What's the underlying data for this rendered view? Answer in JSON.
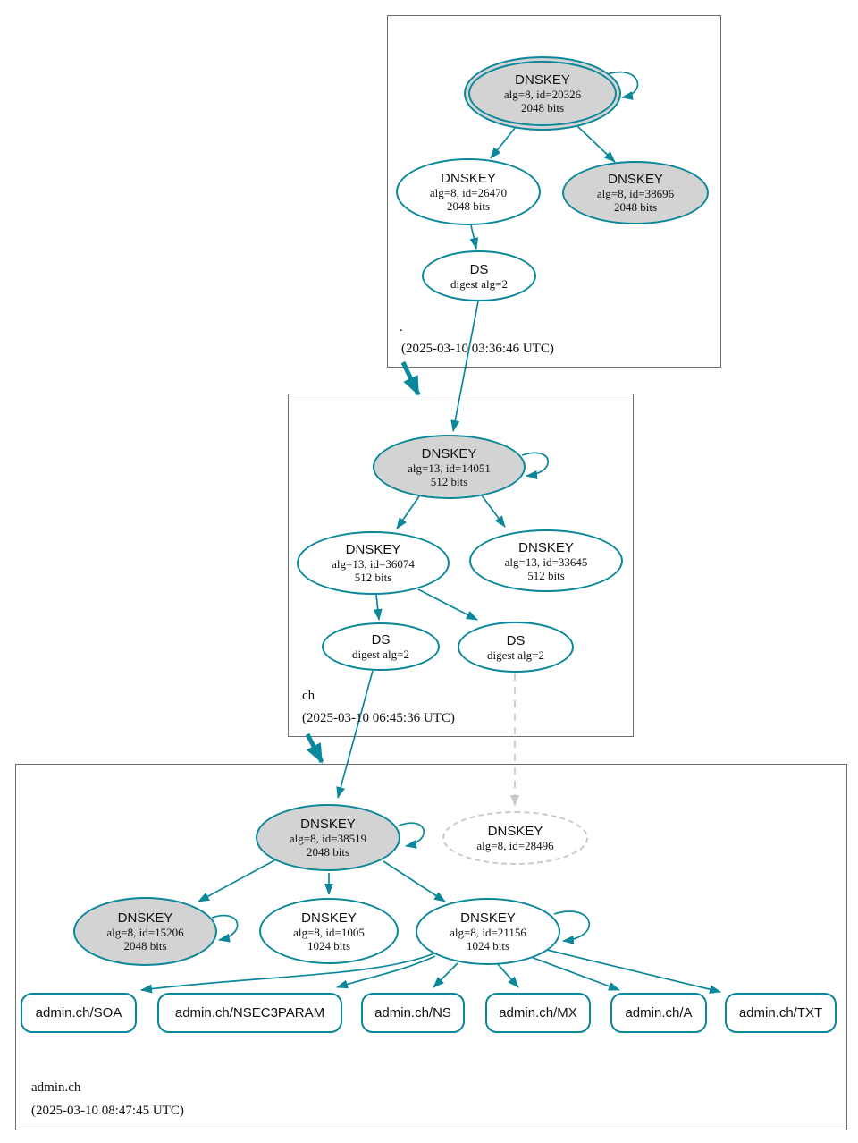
{
  "colors": {
    "secure_edge": "#0a879a",
    "node_fill_gray": "#d3d3d3",
    "dashed_gray": "#c9c9c9",
    "zone_box_border": "#6e6e6e",
    "text": "#111111"
  },
  "zones": {
    "root": {
      "label": ".",
      "timestamp": "(2025-03-10 03:36:46 UTC)",
      "nodes": {
        "ksk20326": {
          "title": "DNSKEY",
          "detail": "alg=8, id=20326",
          "bits": "2048 bits"
        },
        "zsk26470": {
          "title": "DNSKEY",
          "detail": "alg=8, id=26470",
          "bits": "2048 bits"
        },
        "key38696": {
          "title": "DNSKEY",
          "detail": "alg=8, id=38696",
          "bits": "2048 bits"
        },
        "ds": {
          "title": "DS",
          "detail": "digest alg=2"
        }
      }
    },
    "ch": {
      "label": "ch",
      "timestamp": "(2025-03-10 06:45:36 UTC)",
      "nodes": {
        "ksk14051": {
          "title": "DNSKEY",
          "detail": "alg=13, id=14051",
          "bits": "512 bits"
        },
        "zsk36074": {
          "title": "DNSKEY",
          "detail": "alg=13, id=36074",
          "bits": "512 bits"
        },
        "key33645": {
          "title": "DNSKEY",
          "detail": "alg=13, id=33645",
          "bits": "512 bits"
        },
        "ds1": {
          "title": "DS",
          "detail": "digest alg=2"
        },
        "ds2": {
          "title": "DS",
          "detail": "digest alg=2"
        }
      }
    },
    "admin": {
      "label": "admin.ch",
      "timestamp": "(2025-03-10 08:47:45 UTC)",
      "nodes": {
        "ksk38519": {
          "title": "DNSKEY",
          "detail": "alg=8, id=38519",
          "bits": "2048 bits"
        },
        "key28496": {
          "title": "DNSKEY",
          "detail": "alg=8, id=28496"
        },
        "key15206": {
          "title": "DNSKEY",
          "detail": "alg=8, id=15206",
          "bits": "2048 bits"
        },
        "zsk1005": {
          "title": "DNSKEY",
          "detail": "alg=8, id=1005",
          "bits": "1024 bits"
        },
        "zsk21156": {
          "title": "DNSKEY",
          "detail": "alg=8, id=21156",
          "bits": "1024 bits"
        }
      },
      "rrsets": [
        "admin.ch/SOA",
        "admin.ch/NSEC3PARAM",
        "admin.ch/NS",
        "admin.ch/MX",
        "admin.ch/A",
        "admin.ch/TXT"
      ]
    }
  }
}
